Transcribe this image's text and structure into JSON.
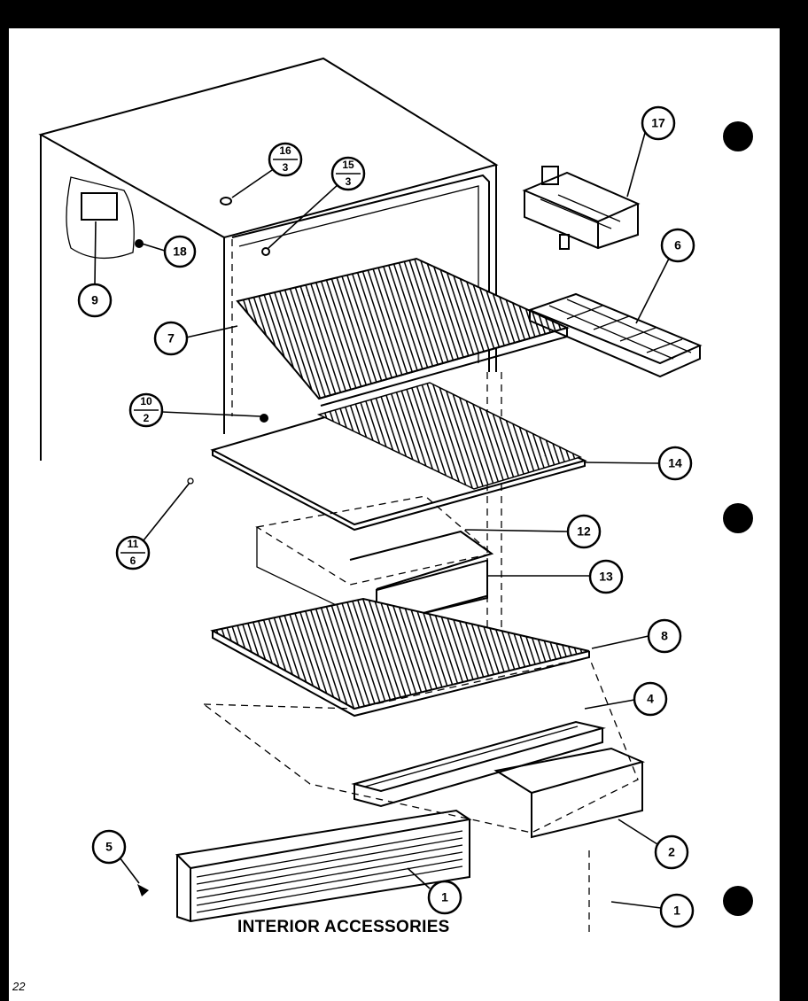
{
  "title": "INTERIOR ACCESSORIES",
  "page_number": "22",
  "callouts": [
    {
      "id": "17",
      "label": "17"
    },
    {
      "id": "6",
      "label": "6"
    },
    {
      "id": "16-3",
      "top": "16",
      "bottom": "3"
    },
    {
      "id": "15-3",
      "top": "15",
      "bottom": "3"
    },
    {
      "id": "18",
      "label": "18"
    },
    {
      "id": "9",
      "label": "9"
    },
    {
      "id": "7",
      "label": "7"
    },
    {
      "id": "10-2",
      "top": "10",
      "bottom": "2"
    },
    {
      "id": "14",
      "label": "14"
    },
    {
      "id": "11-6",
      "top": "11",
      "bottom": "6"
    },
    {
      "id": "12",
      "label": "12"
    },
    {
      "id": "13",
      "label": "13"
    },
    {
      "id": "8",
      "label": "8"
    },
    {
      "id": "4",
      "label": "4"
    },
    {
      "id": "5",
      "label": "5"
    },
    {
      "id": "1a",
      "label": "1"
    },
    {
      "id": "2",
      "label": "2"
    },
    {
      "id": "1b",
      "label": "1"
    }
  ]
}
